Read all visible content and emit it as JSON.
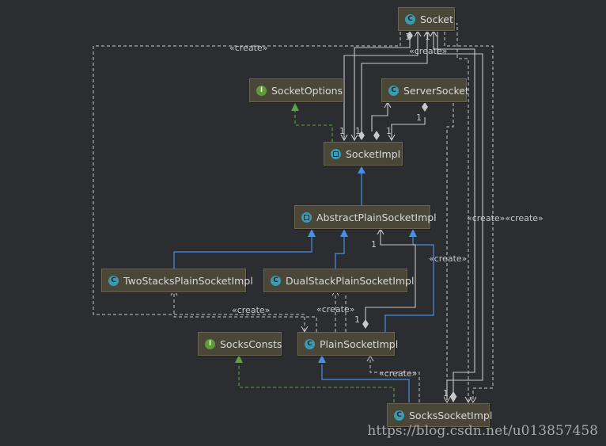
{
  "nodes": {
    "socket": {
      "name": "Socket",
      "kind": "class",
      "badge": "C"
    },
    "socket_options": {
      "name": "SocketOptions",
      "kind": "interface",
      "badge": "I"
    },
    "server_socket": {
      "name": "ServerSocket",
      "kind": "class",
      "badge": "C"
    },
    "socket_impl": {
      "name": "SocketImpl",
      "kind": "abstract",
      "badge": ""
    },
    "abstract_plain": {
      "name": "AbstractPlainSocketImpl",
      "kind": "abstract",
      "badge": ""
    },
    "two_stacks": {
      "name": "TwoStacksPlainSocketImpl",
      "kind": "class",
      "badge": "C"
    },
    "dual_stack": {
      "name": "DualStackPlainSocketImpl",
      "kind": "class",
      "badge": "C"
    },
    "socks_consts": {
      "name": "SocksConsts",
      "kind": "interface",
      "badge": "I"
    },
    "plain_socket": {
      "name": "PlainSocketImpl",
      "kind": "class",
      "badge": "C"
    },
    "socks_socket": {
      "name": "SocksSocketImpl",
      "kind": "class",
      "badge": "C"
    }
  },
  "labels": {
    "create": "«create»",
    "create_overlap": "«create»«create»",
    "multiplicity_one": "1"
  },
  "colors": {
    "background": "#2b2d30",
    "node_fill": "#4a4739",
    "line": "#c8c8c8",
    "inheritance": "#4a8fe0",
    "realization": "#5aa542"
  },
  "watermark": "https://blog.csdn.net/u013857458"
}
